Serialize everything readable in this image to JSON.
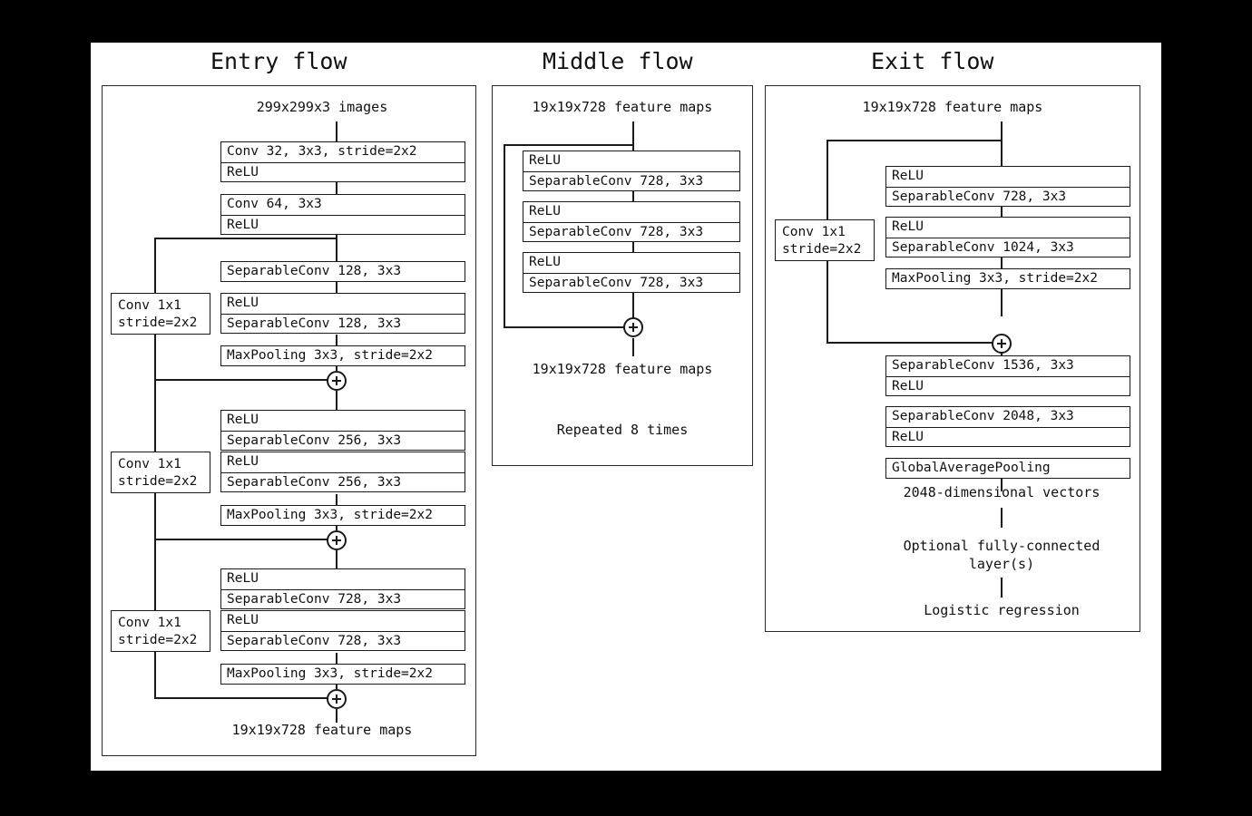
{
  "figure": {
    "name": "Xception architecture diagram",
    "background_color": "#000000",
    "canvas_color": "#ffffff",
    "line_color": "#1a1a1a"
  },
  "entry_flow": {
    "title": "Entry flow",
    "input_caption": "299x299x3 images",
    "output_caption": "19x19x728 feature maps",
    "blocks": [
      {
        "rows": [
          "Conv 32, 3x3, stride=2x2",
          "ReLU"
        ]
      },
      {
        "rows": [
          "Conv 64, 3x3",
          "ReLU"
        ]
      },
      {
        "rows": [
          "SeparableConv 128, 3x3"
        ]
      },
      {
        "rows": [
          "ReLU",
          "SeparableConv 128, 3x3"
        ]
      },
      {
        "rows": [
          "MaxPooling 3x3, stride=2x2"
        ]
      },
      {
        "rows": [
          "ReLU",
          "SeparableConv 256, 3x3"
        ]
      },
      {
        "rows": [
          "ReLU",
          "SeparableConv 256, 3x3"
        ]
      },
      {
        "rows": [
          "MaxPooling 3x3, stride=2x2"
        ]
      },
      {
        "rows": [
          "ReLU",
          "SeparableConv 728, 3x3"
        ]
      },
      {
        "rows": [
          "ReLU",
          "SeparableConv 728, 3x3"
        ]
      },
      {
        "rows": [
          "MaxPooling 3x3, stride=2x2"
        ]
      }
    ],
    "skips": [
      {
        "line1": "Conv 1x1",
        "line2": "stride=2x2"
      },
      {
        "line1": "Conv 1x1",
        "line2": "stride=2x2"
      },
      {
        "line1": "Conv 1x1",
        "line2": "stride=2x2"
      }
    ],
    "merge_symbol": "+"
  },
  "middle_flow": {
    "title": "Middle flow",
    "input_caption": "19x19x728 feature maps",
    "output_caption": "19x19x728 feature maps",
    "repeat_caption": "Repeated 8 times",
    "blocks": [
      {
        "rows": [
          "ReLU",
          "SeparableConv 728, 3x3"
        ]
      },
      {
        "rows": [
          "ReLU",
          "SeparableConv 728, 3x3"
        ]
      },
      {
        "rows": [
          "ReLU",
          "SeparableConv 728, 3x3"
        ]
      }
    ],
    "merge_symbol": "+"
  },
  "exit_flow": {
    "title": "Exit flow",
    "input_caption": "19x19x728 feature maps",
    "blocks": [
      {
        "rows": [
          "ReLU",
          "SeparableConv 728, 3x3"
        ]
      },
      {
        "rows": [
          "ReLU",
          "SeparableConv 1024, 3x3"
        ]
      },
      {
        "rows": [
          "MaxPooling 3x3, stride=2x2"
        ]
      },
      {
        "rows": [
          "SeparableConv 1536, 3x3",
          "ReLU"
        ]
      },
      {
        "rows": [
          "SeparableConv 2048, 3x3",
          "ReLU"
        ]
      },
      {
        "rows": [
          "GlobalAveragePooling"
        ]
      }
    ],
    "skip": {
      "line1": "Conv 1x1",
      "line2": "stride=2x2"
    },
    "merge_symbol": "+",
    "tail_captions": [
      "2048-dimensional vectors",
      "Optional fully-connected\nlayer(s)",
      "Logistic regression"
    ],
    "tail_caption_1": "2048-dimensional vectors",
    "tail_caption_2_line1": "Optional fully-connected",
    "tail_caption_2_line2": "layer(s)",
    "tail_caption_3": "Logistic regression"
  }
}
